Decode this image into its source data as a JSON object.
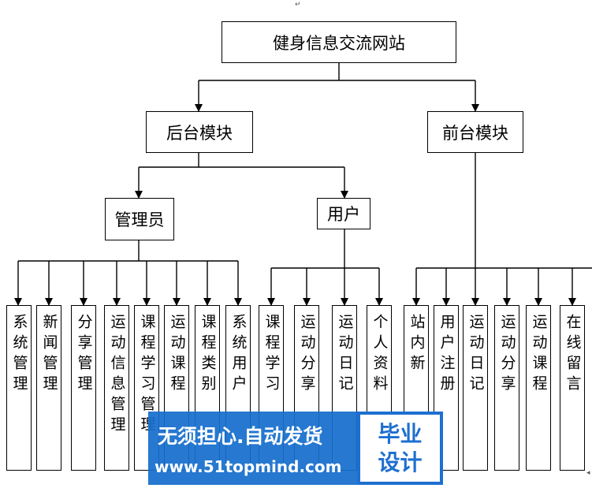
{
  "root": {
    "label": "健身信息交流网站"
  },
  "backend": {
    "label": "后台模块",
    "admin": {
      "label": "管理员",
      "items": [
        "系统管理",
        "新闻管理",
        "分享管理",
        "运动信息管理",
        "课程学习管理",
        "运动课程",
        "课程类别",
        "系统用户"
      ]
    },
    "user": {
      "label": "用户",
      "items": [
        "课程学习",
        "运动分享",
        "运动日记",
        "个人资料"
      ]
    }
  },
  "frontend": {
    "label": "前台模块",
    "items": [
      "站内新",
      "用户注册",
      "运动日记",
      "运动分享",
      "运动课程",
      "在线留言"
    ]
  },
  "watermark": {
    "slogan": "无须担心.自动发货",
    "url": "www.51topmind.com",
    "badge_line1": "毕业",
    "badge_line2": "设计"
  },
  "marks": {
    "top": "↵",
    "right": "◂"
  }
}
